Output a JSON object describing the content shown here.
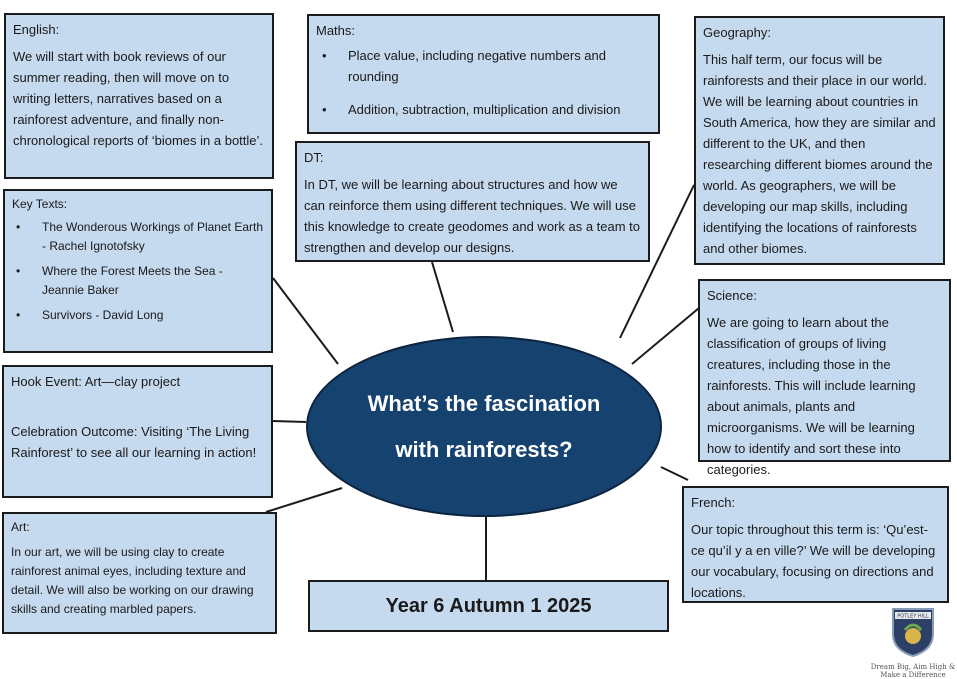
{
  "english": {
    "heading": "English:",
    "text": "We will start with book reviews of our summer reading, then will move on to writing letters, narratives based on a rainforest adventure, and finally non-chronological reports of ‘biomes in a bottle’."
  },
  "maths": {
    "heading": "Maths:",
    "items": [
      "Place value, including negative numbers and rounding",
      "Addition, subtraction, multiplication and division"
    ]
  },
  "geography": {
    "heading": "Geography:",
    "text": "This half term, our focus will be rainforests and their place in our world. We will be learning about countries in South America, how they are similar and different to the UK, and then researching different biomes around the world. As geographers, we will be developing our map skills, including identifying the locations of rainforests and other biomes."
  },
  "dt": {
    "heading": "DT:",
    "text": "In DT, we will be learning about structures and how we can reinforce them using different techniques. We will use this knowledge to create geodomes and work as a team to strengthen and develop our designs."
  },
  "key_texts": {
    "heading": "Key Texts:",
    "items": [
      "The Wonderous Workings of Planet Earth - Rachel Ignotofsky",
      "Where the Forest Meets the Sea - Jeannie Baker",
      "Survivors - David Long"
    ]
  },
  "science": {
    "heading": "Science:",
    "text": "We are going to learn about the classification of groups of living creatures, including those in the rainforests. This will include learning about animals, plants and microorganisms. We will be learning how to identify and sort these into categories."
  },
  "hook": {
    "hook_event": "Hook Event: Art—clay project",
    "celebration": "Celebration Outcome: Visiting ‘The Living Rainforest’ to see all our learning in action!"
  },
  "central_title": "What’s the fascination with rainforests?",
  "art": {
    "heading": "Art:",
    "text": "In our art, we will be using clay to create rainforest animal eyes, including texture and detail. We will also be working on our drawing skills and creating marbled papers."
  },
  "french": {
    "heading": "French:",
    "text": "Our topic throughout this term is: ‘Qu’est-ce qu’il y a en ville?’ We will be developing our vocabulary, focusing on directions and locations."
  },
  "year_label": "Year 6 Autumn 1 2025",
  "logo": {
    "name": "POTLEY HILL",
    "motto": "Dream Big, Aim High & Make a Difference"
  },
  "colors": {
    "box_fill": "#c5d9ef",
    "ellipse_fill": "#16426f",
    "border": "#1b1b1b"
  }
}
